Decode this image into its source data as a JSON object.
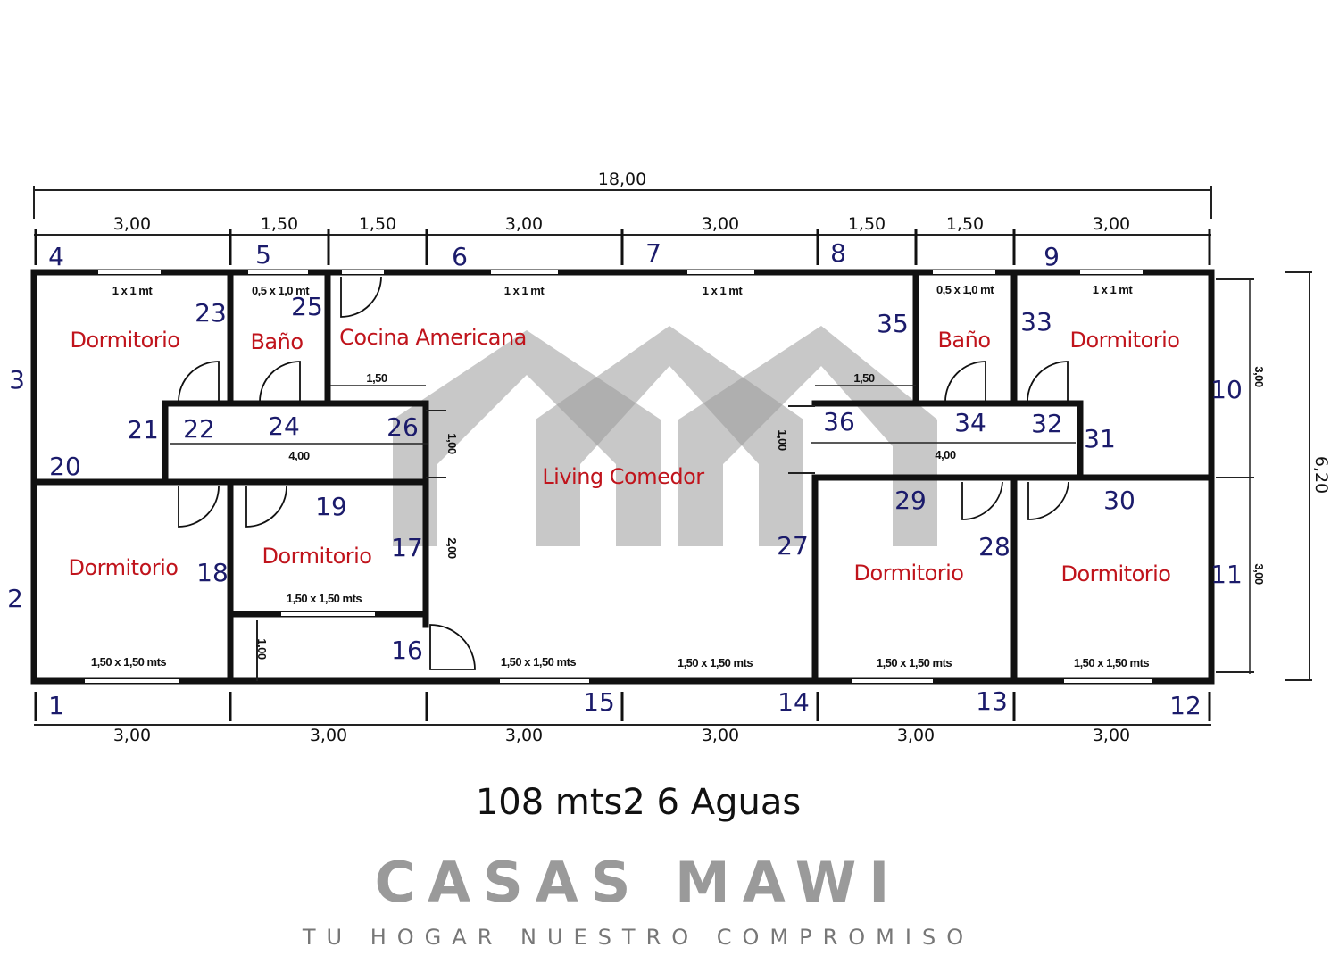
{
  "title": "108 mts2 6 Aguas",
  "watermark": {
    "brand": "CASAS MAWI",
    "tagline": "TU HOGAR NUESTRO COMPROMISO"
  },
  "dimensions": {
    "total_width": "18,00",
    "total_depth": "6,20",
    "top_segments": [
      "3,00",
      "1,50",
      "1,50",
      "3,00",
      "3,00",
      "1,50",
      "1,50",
      "3,00"
    ],
    "bottom_segments": [
      "3,00",
      "3,00",
      "3,00",
      "3,00",
      "3,00",
      "3,00"
    ],
    "right_segments": [
      "3,00",
      "3,00"
    ]
  },
  "rooms": [
    "Dormitorio",
    "Baño",
    "Cocina Americana",
    "Living Comedor",
    "Baño",
    "Dormitorio",
    "Dormitorio",
    "Dormitorio",
    "Dormitorio",
    "Dormitorio"
  ],
  "notes": {
    "win_1x1": "1 x 1 mt",
    "win_bath": "0,5 x 1,0 mt",
    "win_150": "1,50 x 1,50 mts",
    "counter": "1,50",
    "corridor": "4,00",
    "d100": "1,00",
    "d200": "2,00"
  },
  "points": [
    "1",
    "2",
    "3",
    "4",
    "5",
    "6",
    "7",
    "8",
    "9",
    "10",
    "11",
    "12",
    "13",
    "14",
    "15",
    "16",
    "17",
    "18",
    "19",
    "20",
    "21",
    "22",
    "23",
    "24",
    "25",
    "26",
    "27",
    "28",
    "29",
    "30",
    "31",
    "32",
    "33",
    "34",
    "35",
    "36"
  ]
}
